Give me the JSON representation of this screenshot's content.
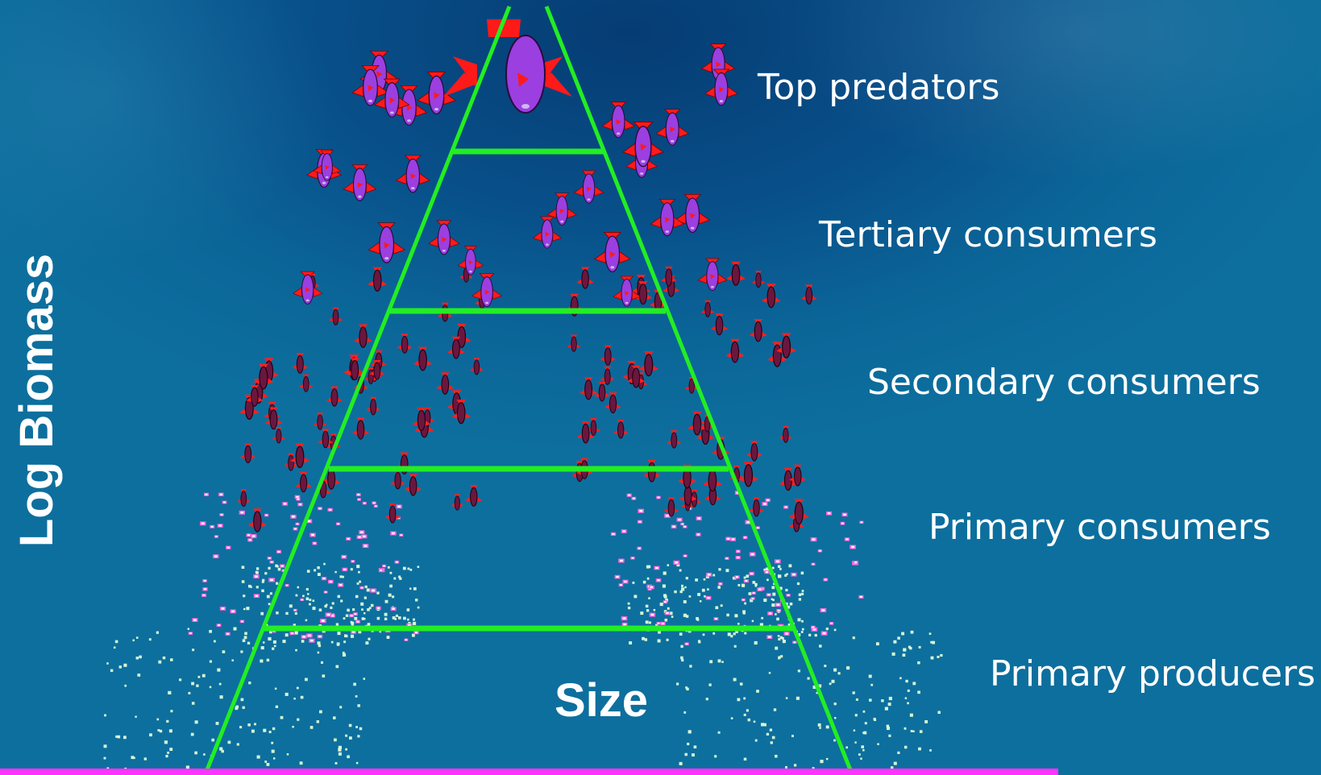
{
  "diagram": {
    "axis_y_label": "Log Biomass",
    "axis_x_label": "Size",
    "levels": [
      {
        "label": "Top predators"
      },
      {
        "label": "Tertiary consumers"
      },
      {
        "label": "Secondary consumers"
      },
      {
        "label": "Primary consumers"
      },
      {
        "label": "Primary producers"
      }
    ]
  },
  "colors": {
    "pyramid_line": "#22ee22",
    "base_line": "#ff33ff",
    "fish_body": "#9b3fe0",
    "fish_fin": "#ff1a1a",
    "small_fish": "#5a1330",
    "zooplankton": "#ff66dd",
    "phytoplankton": "#ccf5cc",
    "background": "#0a5a8f"
  },
  "icons": [
    "fish-icon",
    "zooplankton-icon",
    "phytoplankton-icon"
  ]
}
